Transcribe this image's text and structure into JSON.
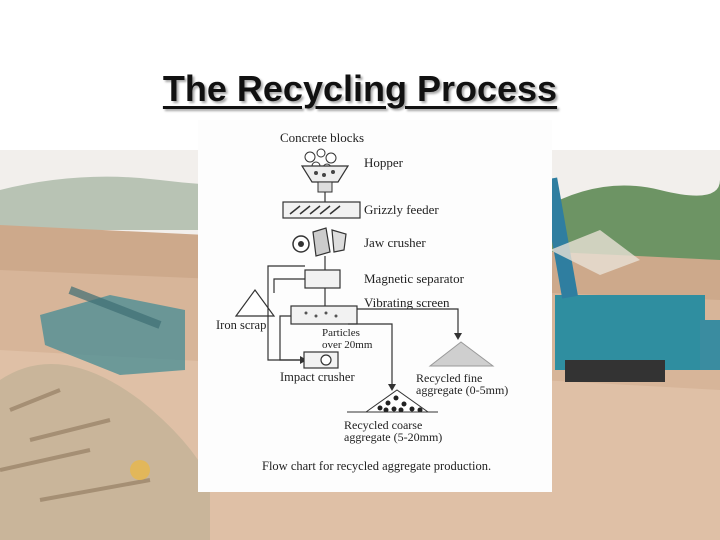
{
  "slide": {
    "title": "The Recycling Process"
  },
  "flowchart": {
    "input": "Concrete blocks",
    "hopper": "Hopper",
    "grizzly_feeder": "Grizzly feeder",
    "jaw_crusher": "Jaw crusher",
    "magnetic_separator": "Magnetic separator",
    "vibrating_screen": "Vibrating screen",
    "iron_scrap": "Iron scrap",
    "particles_line1": "Particles",
    "particles_line2": "over 20mm",
    "impact_crusher": "Impact crusher",
    "fine_line1": "Recycled fine",
    "fine_line2": "aggregate (0-5mm)",
    "coarse_line1": "Recycled coarse",
    "coarse_line2": "aggregate (5-20mm)",
    "caption": "Flow chart for recycled aggregate production."
  }
}
